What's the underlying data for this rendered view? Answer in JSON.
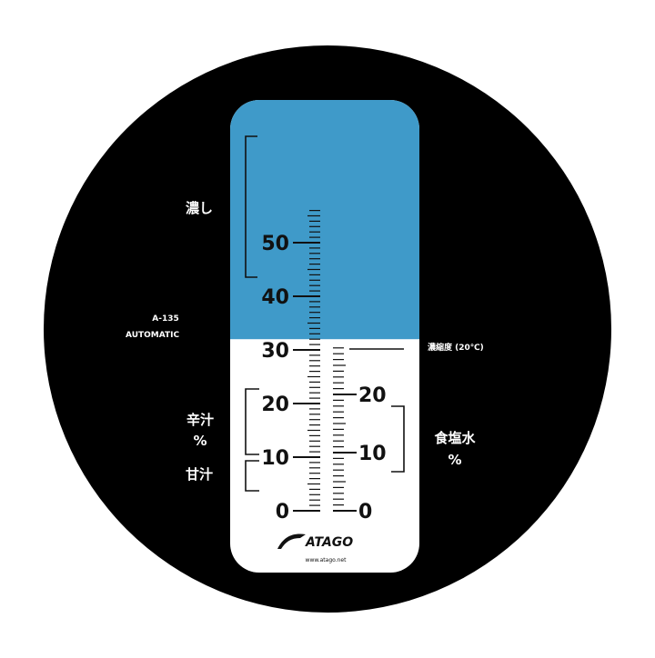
{
  "colors": {
    "background": "#ffffff",
    "field": "#000000",
    "prism_blue": "#3f9ac9",
    "prism_white": "#ffffff",
    "scale_ink": "#111111",
    "label_ink": "#ffffff"
  },
  "left_labels": {
    "top_group": "濃し",
    "temp_code": "A-135",
    "atc": "AUTOMATIC",
    "juice_line1": "辛汁",
    "juice_line2": "%",
    "sweet": "甘汁"
  },
  "right_labels": {
    "reference": "濃縮度 (20℃)",
    "group_line1": "食塩水",
    "group_line2": "%"
  },
  "logo": {
    "text": "ATAGO",
    "sub": "www.atago.net"
  },
  "scales": {
    "left": {
      "labels": [
        {
          "value": 0,
          "text": "0"
        },
        {
          "value": 10,
          "text": "10"
        },
        {
          "value": 20,
          "text": "20"
        },
        {
          "value": 30,
          "text": "30"
        },
        {
          "value": 40,
          "text": "40"
        },
        {
          "value": 50,
          "text": "50"
        }
      ],
      "min": 0,
      "max": 56,
      "minor_step": 1
    },
    "right": {
      "labels": [
        {
          "value": 0,
          "text": "0"
        },
        {
          "value": 10,
          "text": "10"
        },
        {
          "value": 20,
          "text": "20"
        }
      ],
      "min": 0,
      "max": 28,
      "minor_step": 1
    },
    "boundary_value": 32
  }
}
